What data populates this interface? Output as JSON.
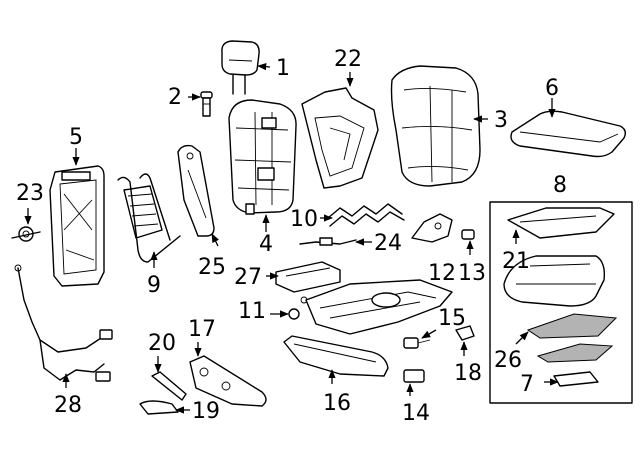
{
  "callouts": [
    {
      "id": "1",
      "text": "1"
    },
    {
      "id": "2",
      "text": "2"
    },
    {
      "id": "3",
      "text": "3"
    },
    {
      "id": "4",
      "text": "4"
    },
    {
      "id": "5",
      "text": "5"
    },
    {
      "id": "6",
      "text": "6"
    },
    {
      "id": "7",
      "text": "7"
    },
    {
      "id": "8",
      "text": "8"
    },
    {
      "id": "9",
      "text": "9"
    },
    {
      "id": "10",
      "text": "10"
    },
    {
      "id": "11",
      "text": "11"
    },
    {
      "id": "12",
      "text": "12"
    },
    {
      "id": "13",
      "text": "13"
    },
    {
      "id": "14",
      "text": "14"
    },
    {
      "id": "15",
      "text": "15"
    },
    {
      "id": "16",
      "text": "16"
    },
    {
      "id": "17",
      "text": "17"
    },
    {
      "id": "18",
      "text": "18"
    },
    {
      "id": "19",
      "text": "19"
    },
    {
      "id": "20",
      "text": "20"
    },
    {
      "id": "21",
      "text": "21"
    },
    {
      "id": "22",
      "text": "22"
    },
    {
      "id": "23",
      "text": "23"
    },
    {
      "id": "24",
      "text": "24"
    },
    {
      "id": "25",
      "text": "25"
    },
    {
      "id": "26",
      "text": "26"
    },
    {
      "id": "27",
      "text": "27"
    },
    {
      "id": "28",
      "text": "28"
    }
  ],
  "colors": {
    "line": "#000000",
    "background": "#ffffff",
    "shading": "#b3b3b3"
  }
}
